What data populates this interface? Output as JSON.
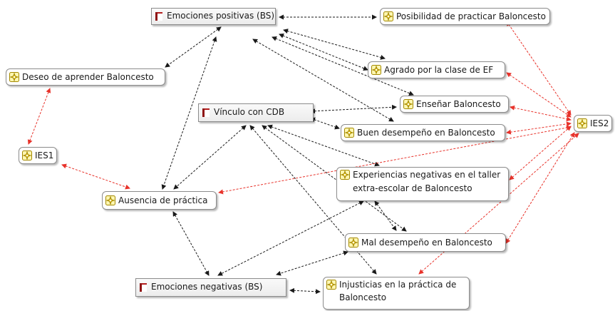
{
  "colors": {
    "relation_black": "#1a1a1a",
    "relation_red": "#e8332b",
    "quotation_icon": "#b31d1d",
    "code_icon": "#d8b400"
  },
  "nodes": {
    "emociones_positivas": {
      "label": "Emociones positivas (BS)",
      "icon": "document-icon"
    },
    "posibilidad": {
      "label": "Posibilidad de practicar Baloncesto",
      "icon": "code-icon"
    },
    "deseo": {
      "label": "Deseo de aprender Baloncesto",
      "icon": "code-icon"
    },
    "agrado": {
      "label": "Agrado por la clase de EF",
      "icon": "code-icon"
    },
    "ensenar": {
      "label": "Enseñar Baloncesto",
      "icon": "code-icon"
    },
    "vinculo": {
      "label": "Vínculo con CDB",
      "icon": "document-icon"
    },
    "ies2": {
      "label": "IES2",
      "icon": "code-icon"
    },
    "buen": {
      "label": "Buen desempeño en Baloncesto",
      "icon": "code-icon"
    },
    "ies1": {
      "label": "IES1",
      "icon": "code-icon"
    },
    "experiencias_1": {
      "label": "Experiencias negativas en el taller",
      "icon": "code-icon"
    },
    "experiencias_2": {
      "label": "extra-escolar de Baloncesto"
    },
    "ausencia": {
      "label": "Ausencia de práctica",
      "icon": "code-icon"
    },
    "mal": {
      "label": "Mal desempeño en Baloncesto",
      "icon": "code-icon"
    },
    "emociones_negativas": {
      "label": "Emociones negativas (BS)",
      "icon": "document-icon"
    },
    "injusticias_1": {
      "label": "Injusticias en la práctica de",
      "icon": "code-icon"
    },
    "injusticias_2": {
      "label": "Baloncesto"
    }
  }
}
